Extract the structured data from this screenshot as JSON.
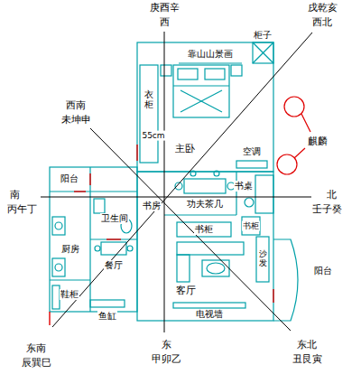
{
  "diagram": {
    "labels": [
      "庚酉辛",
      "西",
      "戌乾亥",
      "西北",
      "靠山山景画",
      "柜子",
      "麒麟",
      "西南",
      "未坤申",
      "衣柜",
      "55cm",
      "主卧",
      "空调",
      "阳台",
      "功夫茶几",
      "书桌",
      "南",
      "丙午丁",
      "北",
      "壬子癸",
      "卫生间",
      "书房",
      "书柜",
      "书柜",
      "沙发",
      "厨房",
      "餐厅",
      "鞋柜",
      "客厅",
      "鱼缸",
      "电视墙",
      "阳台",
      "东南",
      "辰巽巳",
      "东",
      "甲卯乙",
      "东北",
      "丑艮寅"
    ]
  }
}
